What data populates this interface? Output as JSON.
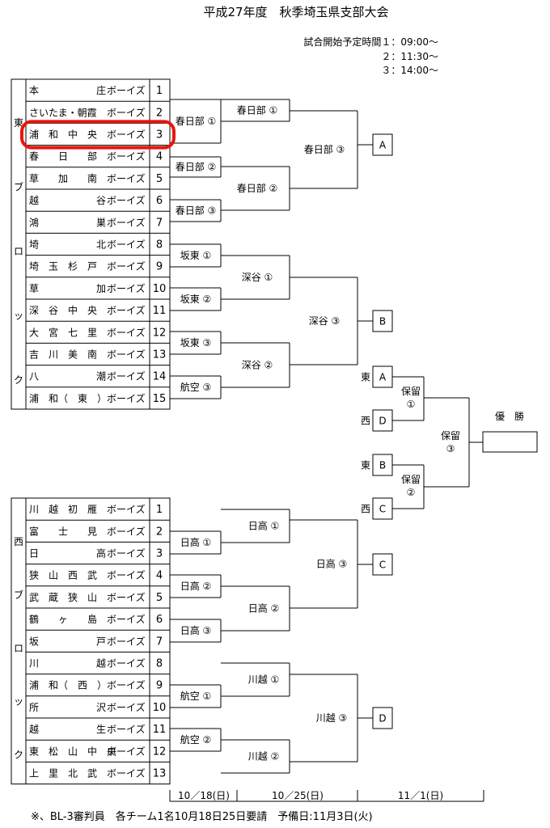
{
  "title": "平成27年度　秋季埼玉県支部大会",
  "schedule": {
    "line1": "試合開始予定時間１：09:00～",
    "line2": "２：11:30～",
    "line3": "３：14:00～"
  },
  "east": {
    "block_label": [
      "東",
      "ブ",
      "ロ",
      "ッ",
      "ク"
    ],
    "teams": [
      {
        "prefix": "本",
        "suffix": "庄",
        "boys": "ボーイズ",
        "no": "1"
      },
      {
        "prefix": "さいたま・朝霞",
        "suffix": "",
        "boys": "ボーイズ",
        "no": "2"
      },
      {
        "prefix": "浦　和　中　央",
        "suffix": "",
        "boys": "ボーイズ",
        "no": "3"
      },
      {
        "prefix": "春　　日　　部",
        "suffix": "",
        "boys": "ボーイズ",
        "no": "4"
      },
      {
        "prefix": "草　　加　　南",
        "suffix": "",
        "boys": "ボーイズ",
        "no": "5"
      },
      {
        "prefix": "越",
        "suffix": "谷",
        "boys": "ボーイズ",
        "no": "6"
      },
      {
        "prefix": "鴻",
        "suffix": "巣",
        "boys": "ボーイズ",
        "no": "7"
      },
      {
        "prefix": "埼",
        "suffix": "北",
        "boys": "ボーイズ",
        "no": "8"
      },
      {
        "prefix": "埼　玉　杉　戸",
        "suffix": "",
        "boys": "ボーイズ",
        "no": "9"
      },
      {
        "prefix": "草",
        "suffix": "加",
        "boys": "ボーイズ",
        "no": "10"
      },
      {
        "prefix": "深　谷　中　央",
        "suffix": "",
        "boys": "ボーイズ",
        "no": "11"
      },
      {
        "prefix": "大　宮　七　里",
        "suffix": "",
        "boys": "ボーイズ",
        "no": "12"
      },
      {
        "prefix": "吉　川　美　南",
        "suffix": "",
        "boys": "ボーイズ",
        "no": "13"
      },
      {
        "prefix": "八",
        "suffix": "潮",
        "boys": "ボーイズ",
        "no": "14"
      },
      {
        "prefix": "浦　和（　東　）",
        "suffix": "",
        "boys": "ボーイズ",
        "no": "15"
      }
    ],
    "r1": [
      "春日部 ①",
      "春日部 ②",
      "春日部 ③",
      "坂東 ①",
      "坂東 ②",
      "坂東 ③",
      "航空 ③"
    ],
    "r2": [
      "春日部 ①",
      "春日部 ②",
      "深谷 ①",
      "深谷 ②"
    ],
    "r3": [
      "春日部 ③",
      "深谷 ③"
    ],
    "slots": [
      "A",
      "B"
    ]
  },
  "west": {
    "block_label": [
      "西",
      "ブ",
      "ロ",
      "ッ",
      "ク"
    ],
    "teams": [
      {
        "prefix": "川　越　初　雁",
        "suffix": "",
        "boys": "ボーイズ",
        "no": "1"
      },
      {
        "prefix": "富　　士　　見",
        "suffix": "",
        "boys": "ボーイズ",
        "no": "2"
      },
      {
        "prefix": "日",
        "suffix": "高",
        "boys": "ボーイズ",
        "no": "3"
      },
      {
        "prefix": "狭　山　西　武",
        "suffix": "",
        "boys": "ボーイズ",
        "no": "4"
      },
      {
        "prefix": "武　蔵　狭　山",
        "suffix": "",
        "boys": "ボーイズ",
        "no": "5"
      },
      {
        "prefix": "鶴　　ヶ　　島",
        "suffix": "",
        "boys": "ボーイズ",
        "no": "6"
      },
      {
        "prefix": "坂",
        "suffix": "戸",
        "boys": "ボーイズ",
        "no": "7"
      },
      {
        "prefix": "川",
        "suffix": "越",
        "boys": "ボーイズ",
        "no": "8"
      },
      {
        "prefix": "浦　和（　西　）",
        "suffix": "",
        "boys": "ボーイズ",
        "no": "9"
      },
      {
        "prefix": "所",
        "suffix": "沢",
        "boys": "ボーイズ",
        "no": "10"
      },
      {
        "prefix": "越",
        "suffix": "生",
        "boys": "ボーイズ",
        "no": "11"
      },
      {
        "prefix": "東　松　山　中　央",
        "suffix": "",
        "boys": "ボーイズ",
        "no": "12"
      },
      {
        "prefix": "上　里　北　武",
        "suffix": "",
        "boys": "ボーイズ",
        "no": "13"
      }
    ],
    "r1": [
      "日高 ①",
      "日高 ②",
      "日高 ③",
      "航空 ①",
      "航空 ②"
    ],
    "r2": [
      "日高 ①",
      "日高 ②",
      "川越 ①",
      "川越 ②"
    ],
    "r3": [
      "日高 ③",
      "川越 ③"
    ],
    "slots": [
      "C",
      "D"
    ]
  },
  "finals": {
    "labels": [
      {
        "side": "東",
        "slot": "A"
      },
      {
        "side": "西",
        "slot": "D"
      },
      {
        "side": "東",
        "slot": "B"
      },
      {
        "side": "西",
        "slot": "C"
      }
    ],
    "semi1": [
      "保留",
      "①"
    ],
    "semi2": [
      "保留",
      "②"
    ],
    "final": [
      "保留",
      "③"
    ],
    "champion": "優　勝"
  },
  "dates": [
    "10／18(日)",
    "10／25(日)",
    "11／1(日)"
  ],
  "footer": "※、BL-3審判員　各チーム1名10月18日25日要請　予備日:11月3日(火)",
  "highlight": {
    "block": "east",
    "team_no": "3",
    "color": "#e8160c"
  }
}
